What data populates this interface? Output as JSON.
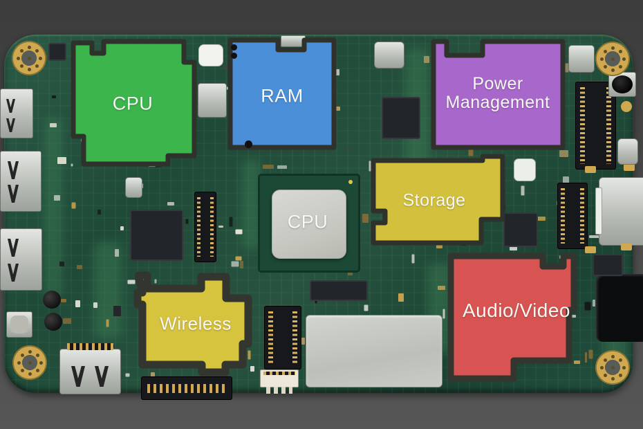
{
  "regions": {
    "cpu_top": {
      "label": "CPU",
      "color": "#3cb54c"
    },
    "ram": {
      "label": "RAM",
      "color": "#4b8fd9"
    },
    "power_management": {
      "line1": "Power",
      "line2": "Management",
      "color": "#a868cb"
    },
    "storage": {
      "label": "Storage",
      "color": "#d3c13e"
    },
    "cpu_center": {
      "label": "CPU",
      "color": "#3cb54c"
    },
    "wireless": {
      "label": "Wireless",
      "color": "#d6c33e"
    },
    "audio_video": {
      "label": "Audio/Video",
      "color": "#d75452"
    }
  },
  "board": {
    "pcb_color": "#24523f",
    "background_color": "#474747",
    "label_text_color": "#f7f7f3",
    "chip_color": "#cdd0c8"
  }
}
